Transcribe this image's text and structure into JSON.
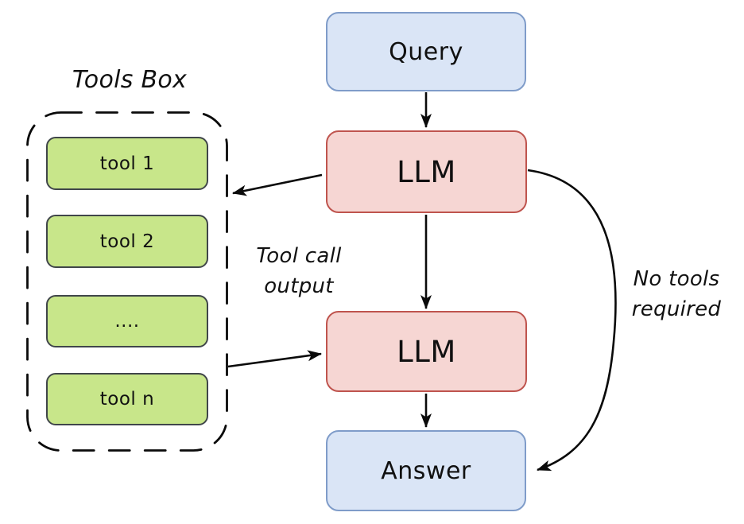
{
  "diagram": {
    "tools_box": {
      "title": "Tools Box",
      "tools": [
        {
          "label": "tool 1"
        },
        {
          "label": "tool 2"
        },
        {
          "label": "...."
        },
        {
          "label": "tool n"
        }
      ]
    },
    "nodes": {
      "query": "Query",
      "llm_top": "LLM",
      "llm_bottom": "LLM",
      "answer": "Answer"
    },
    "edge_labels": {
      "tool_call_output_line1": "Tool call",
      "tool_call_output_line2": "output",
      "no_tools_line1": "No tools",
      "no_tools_line2": "required"
    },
    "colors": {
      "blue_fill": "#dae5f6",
      "blue_border": "#7f9cc9",
      "red_fill": "#f6d6d3",
      "red_border": "#bf544e",
      "green_fill": "#c8e68a",
      "green_border": "#40464a",
      "arrow": "#0a0a0a"
    }
  }
}
